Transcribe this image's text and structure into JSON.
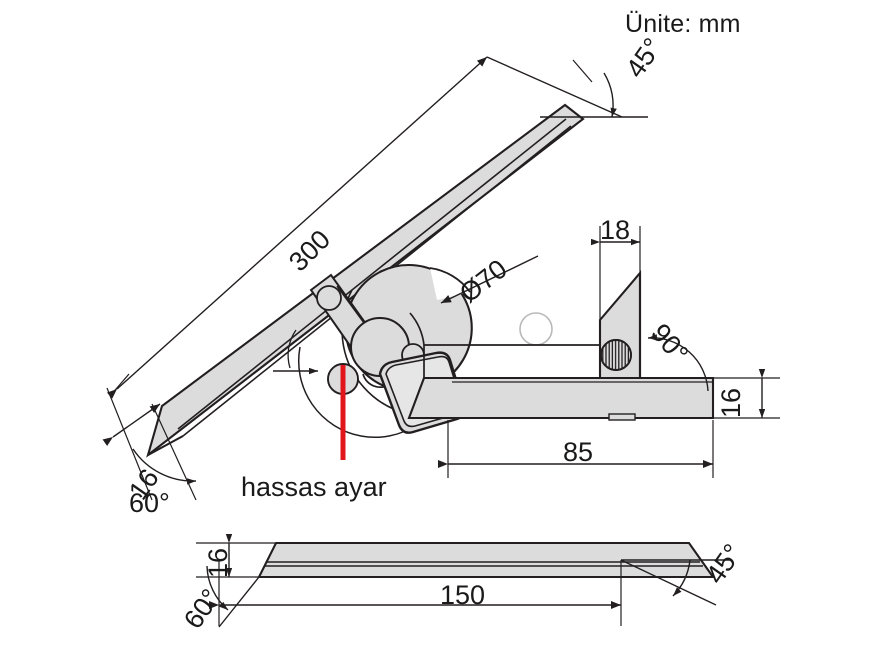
{
  "drawing": {
    "title": "Ünite: mm",
    "subject": "universal-bevel-protractor",
    "colors": {
      "line": "#231f20",
      "fill": "#dcdcdc",
      "fill_light": "#e6e6e6",
      "pointer": "#e1161c",
      "background": "#ffffff",
      "faint_line": "#b9b9b9"
    }
  },
  "annotations": {
    "note_fine_adjust": "hassas ayar"
  },
  "dimensions": {
    "ruler_length": "300",
    "ruler_thickness_top": "16",
    "ruler_end_angle": "60°",
    "ruler_tip_angle": "45°",
    "dial_diameter": "Ø70",
    "blade_width": "18",
    "blade_angle": "90°",
    "base_length": "85",
    "base_thickness": "16",
    "bottom_blade_length": "150",
    "bottom_blade_thickness": "16",
    "bottom_left_angle": "60°",
    "bottom_right_angle": "45°"
  },
  "icons": {
    "pointer_line": "red-pointer-line",
    "knurled_knob": "knurled-knob-icon",
    "vernier_window": "vernier-window-icon"
  }
}
